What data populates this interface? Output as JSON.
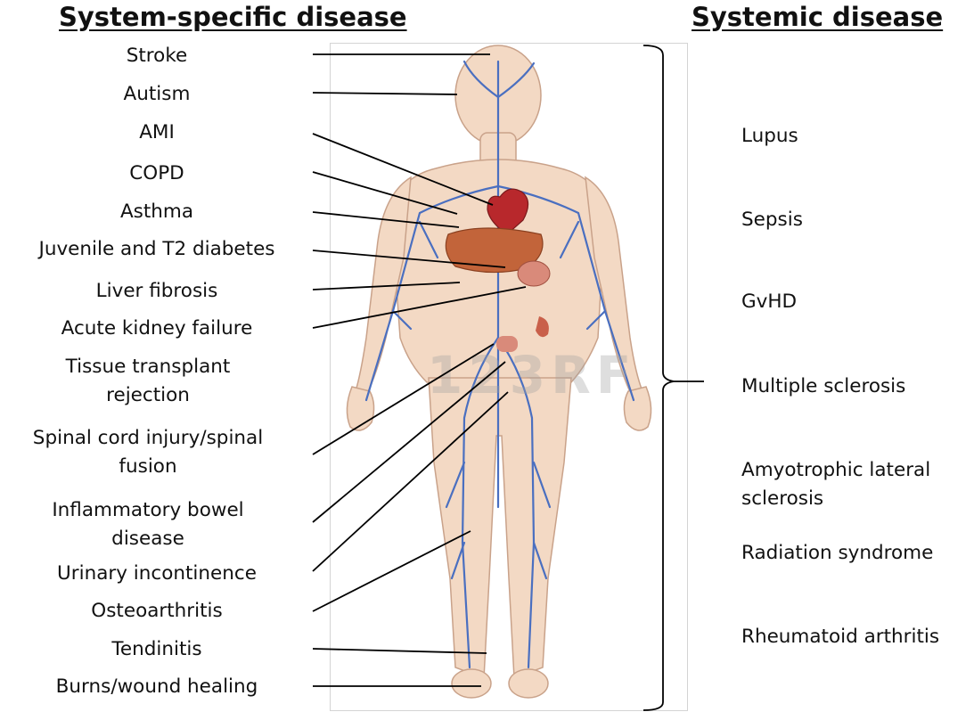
{
  "headings": {
    "left": "System-specific disease",
    "right": "Systemic disease"
  },
  "system_specific": [
    {
      "lines": [
        "Stroke"
      ]
    },
    {
      "lines": [
        "Autism"
      ]
    },
    {
      "lines": [
        "AMI"
      ]
    },
    {
      "lines": [
        "COPD"
      ]
    },
    {
      "lines": [
        "Asthma"
      ]
    },
    {
      "lines": [
        "Juvenile and T2 diabetes"
      ]
    },
    {
      "lines": [
        "Liver fibrosis"
      ]
    },
    {
      "lines": [
        "Acute kidney failure"
      ]
    },
    {
      "lines": [
        "Tissue transplant",
        "rejection"
      ]
    },
    {
      "lines": [
        "Spinal cord injury/spinal",
        "fusion"
      ]
    },
    {
      "lines": [
        "Inflammatory bowel",
        "disease"
      ]
    },
    {
      "lines": [
        "Urinary incontinence"
      ]
    },
    {
      "lines": [
        "Osteoarthritis"
      ]
    },
    {
      "lines": [
        "Tendinitis"
      ]
    },
    {
      "lines": [
        "Burns/wound healing"
      ]
    }
  ],
  "systemic": [
    {
      "lines": [
        "Lupus"
      ]
    },
    {
      "lines": [
        "Sepsis"
      ]
    },
    {
      "lines": [
        "GvHD"
      ]
    },
    {
      "lines": [
        "Multiple sclerosis"
      ]
    },
    {
      "lines": [
        "Amyotrophic lateral",
        "sclerosis"
      ]
    },
    {
      "lines": [
        "Radiation syndrome"
      ]
    },
    {
      "lines": [
        "Rheumatoid arthritis"
      ]
    }
  ],
  "figure": {
    "description_icon": "human-circulatory-system-illustration",
    "watermark": "123RF",
    "colors": {
      "skin": "#f3d9c4",
      "skin_outline": "#c9a28a",
      "veins": "#4a6fc0",
      "heart": "#b8282c",
      "liver": "#c2643a",
      "lines": "#000000"
    }
  }
}
